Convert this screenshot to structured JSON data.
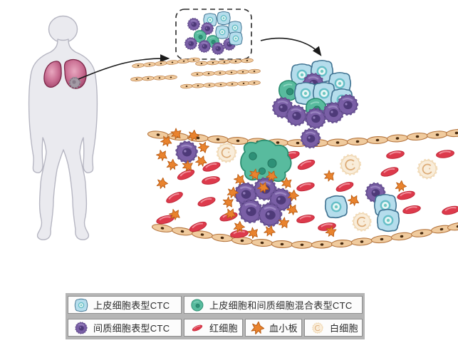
{
  "legend": {
    "row1": [
      {
        "icon": "epithelial-ctc-icon",
        "label": "上皮细胞表型CTC"
      },
      {
        "icon": "hybrid-ctc-icon",
        "label": "上皮细胞和间质细胞混合表型CTC"
      }
    ],
    "row2": [
      {
        "icon": "mesenchymal-ctc-icon",
        "label": "间质细胞表型CTC"
      },
      {
        "icon": "rbc-icon",
        "label": "红细胞"
      },
      {
        "icon": "platelet-icon",
        "label": "血小板"
      },
      {
        "icon": "wbc-icon",
        "label": "白细胞"
      }
    ]
  },
  "colors": {
    "epithelial_ctc": "#b5ddec",
    "hybrid_ctc": "#58bb9e",
    "mesenchymal_ctc": "#7a5fa6",
    "red_blood_cell": "#dd3a4c",
    "platelet": "#e9832e",
    "white_blood_cell": "#f9edda",
    "endothelial_cell": "#f0cb9e",
    "lung": "#c96e92",
    "tumor": "#a39aa5",
    "body_silhouette": "#eaeaef",
    "legend_background": "#b5b5b5",
    "arrow": "#1a1a1a"
  }
}
